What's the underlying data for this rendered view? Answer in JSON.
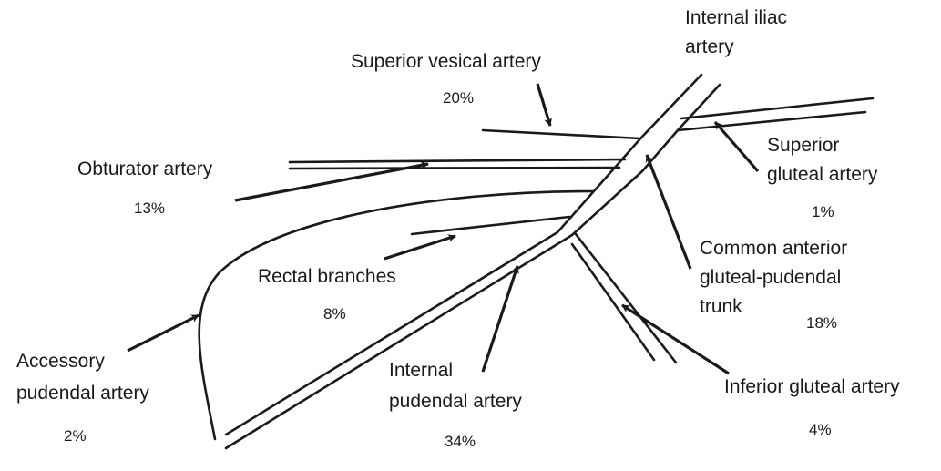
{
  "labels": {
    "internal_iliac": {
      "line1": "Internal iliac",
      "line2": "artery"
    },
    "superior_vesical": {
      "name": "Superior vesical artery",
      "pct": "20%"
    },
    "obturator": {
      "name": "Obturator artery",
      "pct": "13%"
    },
    "superior_gluteal": {
      "line1": "Superior",
      "line2": "gluteal artery",
      "pct": "1%"
    },
    "rectal": {
      "name": "Rectal branches",
      "pct": "8%"
    },
    "common_trunk": {
      "line1": "Common anterior",
      "line2": "gluteal-pudendal",
      "line3": "trunk",
      "pct": "18%"
    },
    "accessory_pudendal": {
      "line1": "Accessory",
      "line2": "pudendal artery",
      "pct": "2%"
    },
    "internal_pudendal": {
      "line1": "Internal",
      "line2": "pudendal artery",
      "pct": "34%"
    },
    "inferior_gluteal": {
      "name": "Inferior gluteal artery",
      "pct": "4%"
    }
  },
  "colors": {
    "ink": "#1a1a1a",
    "background": "#ffffff"
  }
}
